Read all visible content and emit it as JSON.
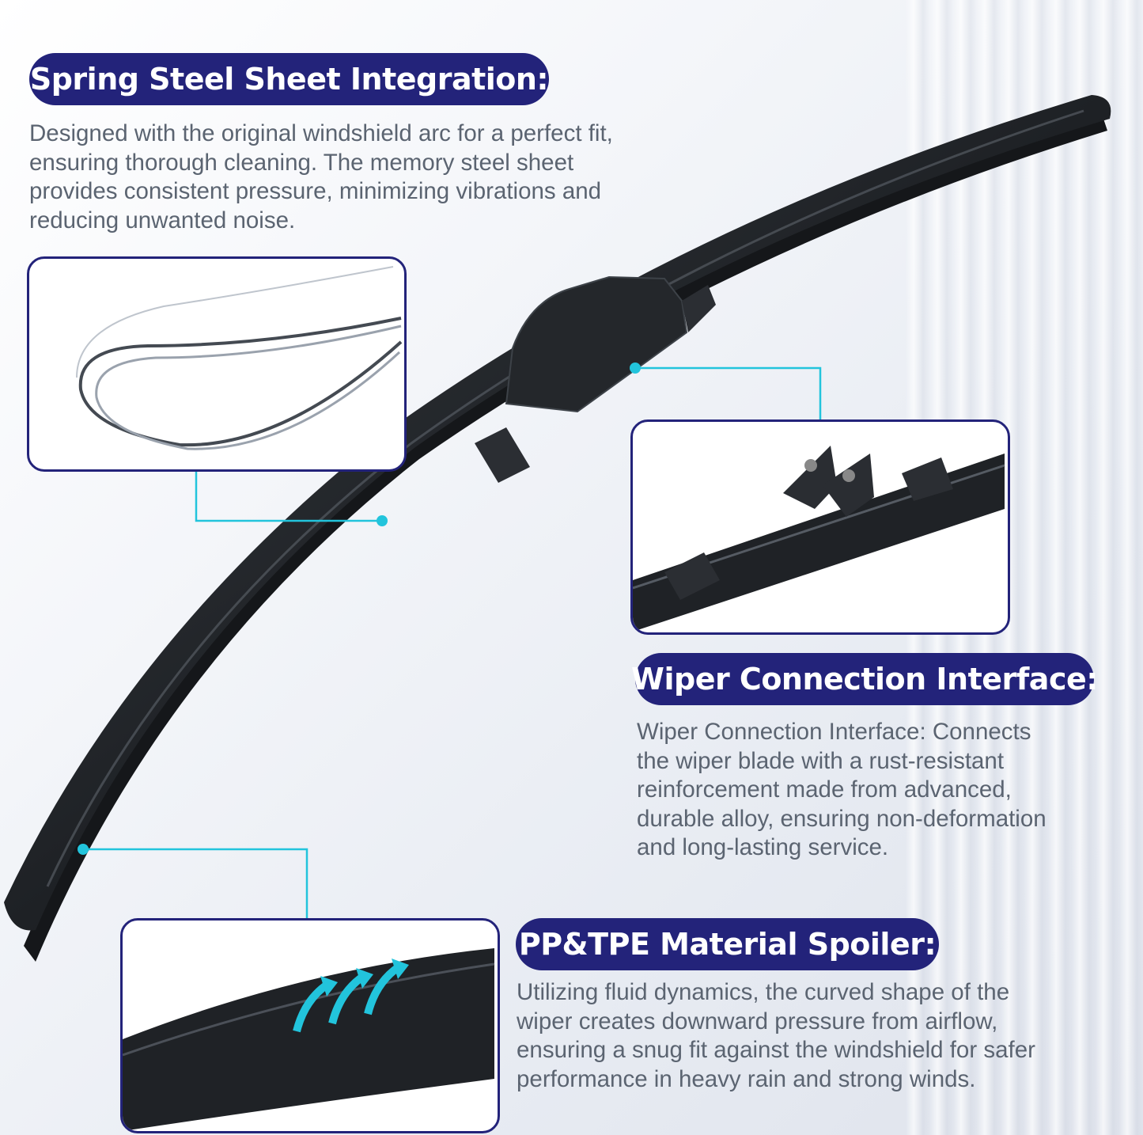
{
  "sections": {
    "spring_steel": {
      "title": "Spring Steel Sheet Integration:",
      "description_lines": [
        "Designed with the original windshield arc for a perfect fit,",
        "ensuring thorough cleaning. The memory steel sheet",
        "provides consistent pressure, minimizing vibrations and",
        "reducing unwanted noise."
      ]
    },
    "wiper_connection": {
      "title": "Wiper Connection Interface:",
      "description_lines": [
        "Wiper Connection Interface: Connects",
        "the wiper blade with a rust-resistant",
        "reinforcement made from advanced,",
        "durable alloy, ensuring non-deformation",
        "and long-lasting service."
      ]
    },
    "spoiler": {
      "title": "PP&TPE Material Spoiler:",
      "description_lines": [
        "Utilizing fluid dynamics, the curved shape of the",
        "wiper creates downward pressure from airflow,",
        "ensuring a snug fit against the windshield for safer",
        "performance in heavy rain and strong winds."
      ]
    }
  },
  "colors": {
    "pill_bg": "#23237a",
    "accent_line": "#22c4dc",
    "text": "#5b6471",
    "blade": "#1f2226"
  },
  "icons": [
    "airflow-arrow-icon"
  ]
}
